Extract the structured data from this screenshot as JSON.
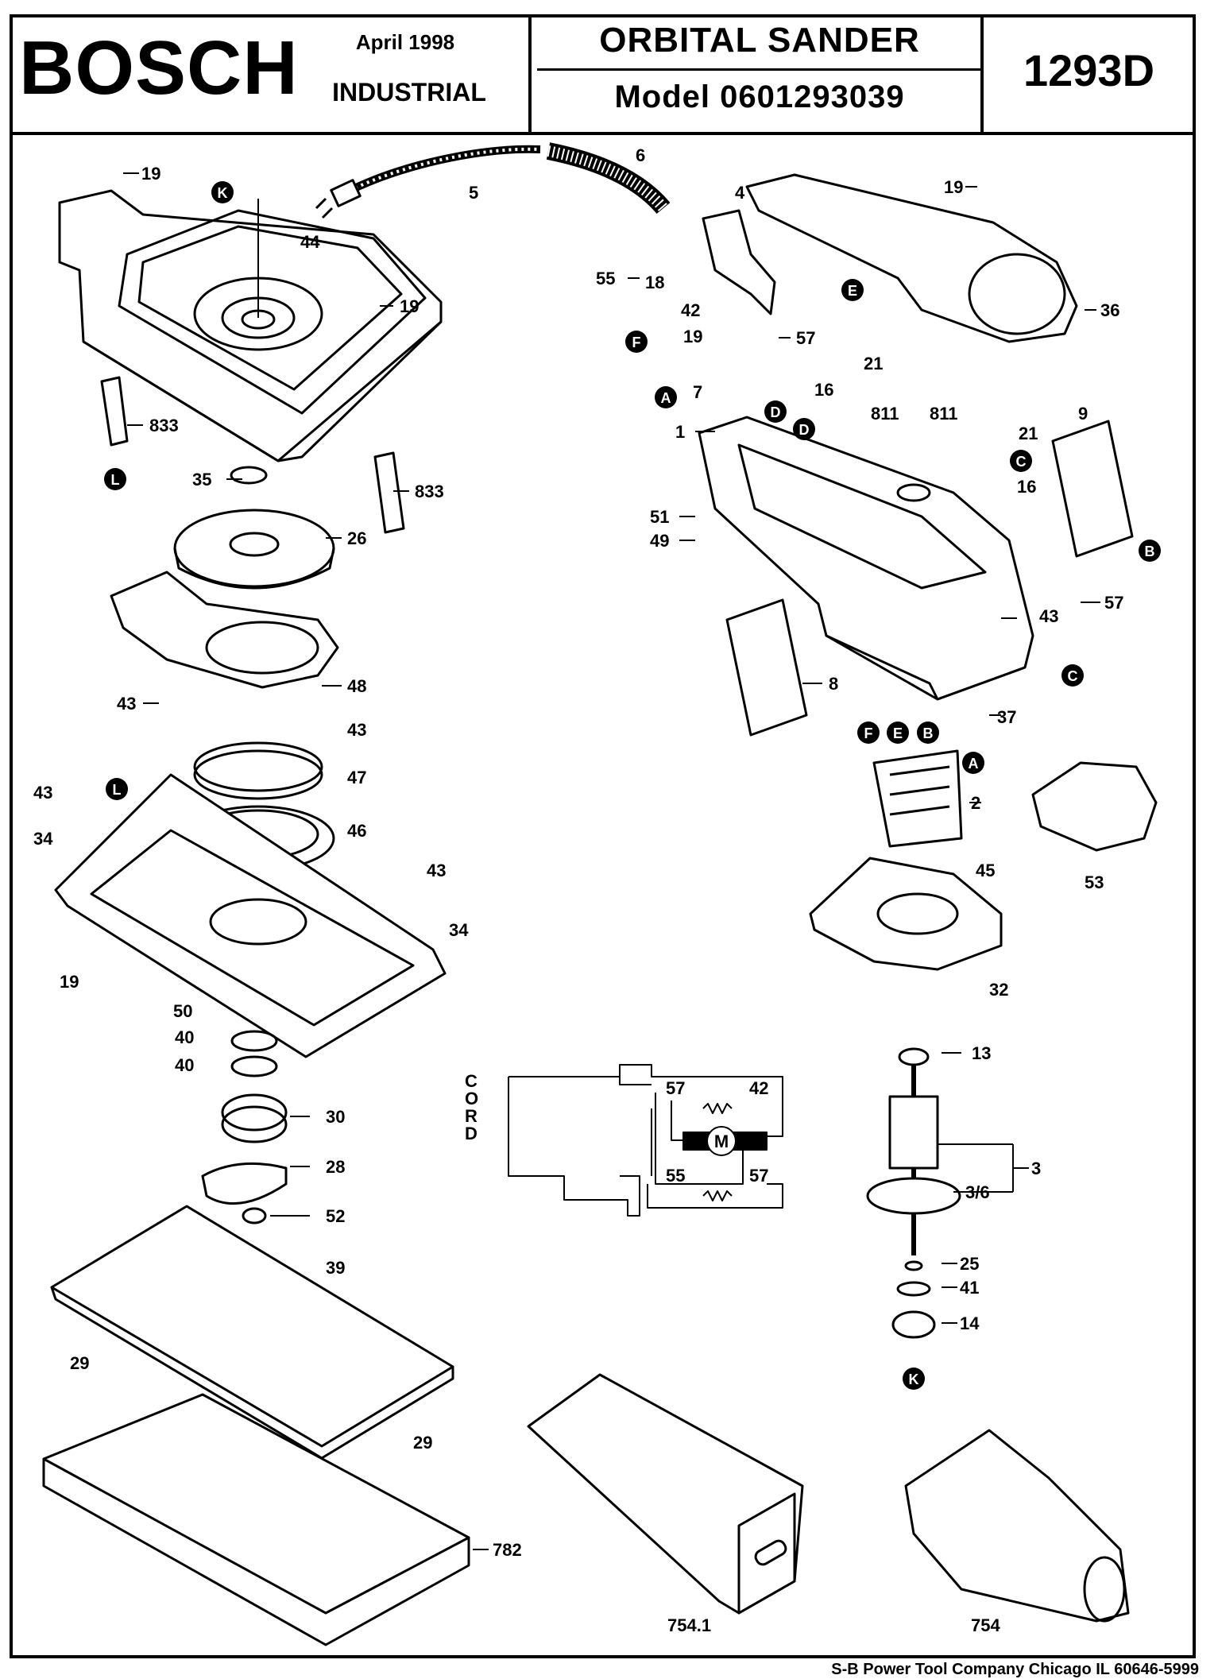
{
  "header": {
    "brand": "BOSCH",
    "date": "April  1998",
    "division": "INDUSTRIAL",
    "product_title": "ORBITAL  SANDER",
    "model_label": "Model   0601293039",
    "catalog_code": "1293D"
  },
  "footer": {
    "company": "S-B Power Tool Company  Chicago IL 60646-5999"
  },
  "part_labels": {
    "p19": "19",
    "p5": "5",
    "p6": "6",
    "p4": "4",
    "p44": "44",
    "p36": "36",
    "p55": "55",
    "p18": "18",
    "p42": "42",
    "p57": "57",
    "p21": "21",
    "p7": "7",
    "p16": "16",
    "p811": "811",
    "p9": "9",
    "p1": "1",
    "p833": "833",
    "p35": "35",
    "p26": "26",
    "p51": "51",
    "p49": "49",
    "p8": "8",
    "p43": "43",
    "p48": "48",
    "p37": "37",
    "p47": "47",
    "p2": "2",
    "p34": "34",
    "p46": "46",
    "p53": "53",
    "p45": "45",
    "p50": "50",
    "p32": "32",
    "p40": "40",
    "p13": "13",
    "p30": "30",
    "p28": "28",
    "p3": "3",
    "p36b": "3/6",
    "p52": "52",
    "p25": "25",
    "p41": "41",
    "p39": "39",
    "p14": "14",
    "p29": "29",
    "p782": "782",
    "p7541": "754.1",
    "p754": "754"
  },
  "connector_markers": [
    "K",
    "L",
    "F",
    "A",
    "D",
    "E",
    "C",
    "B"
  ],
  "wiring_diagram": {
    "switch_terminals": [
      "C",
      "O",
      "R",
      "D"
    ],
    "wire_labels": [
      "57",
      "42",
      "55",
      "57"
    ],
    "motor_symbol": "M"
  }
}
